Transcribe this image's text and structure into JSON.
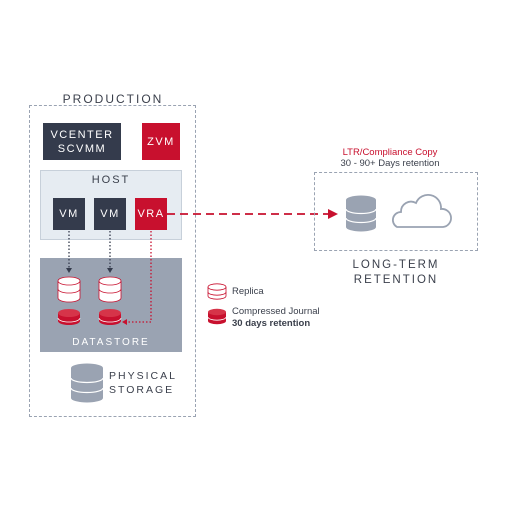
{
  "production": {
    "title": "PRODUCTION",
    "vcenter_label": "VCENTER SCVMM",
    "zvm_label": "ZVM",
    "host": {
      "title": "HOST",
      "vms": [
        "VM",
        "VM"
      ],
      "vra_label": "VRA"
    },
    "datastore_label": "DATASTORE",
    "physical_storage_label": "PHYSICAL STORAGE"
  },
  "ltr": {
    "label_line1": "LTR/Compliance Copy",
    "label_line2": "30 - 90+ Days retention",
    "title": "LONG-TERM RETENTION"
  },
  "legend": {
    "replica": "Replica",
    "journal": "Compressed Journal",
    "journal_retention": "30 days retention"
  },
  "colors": {
    "accent_red": "#c8102e",
    "dark": "#343b4c",
    "host_bg": "#e6ecf2",
    "datastore_bg": "#9aa3b2"
  }
}
